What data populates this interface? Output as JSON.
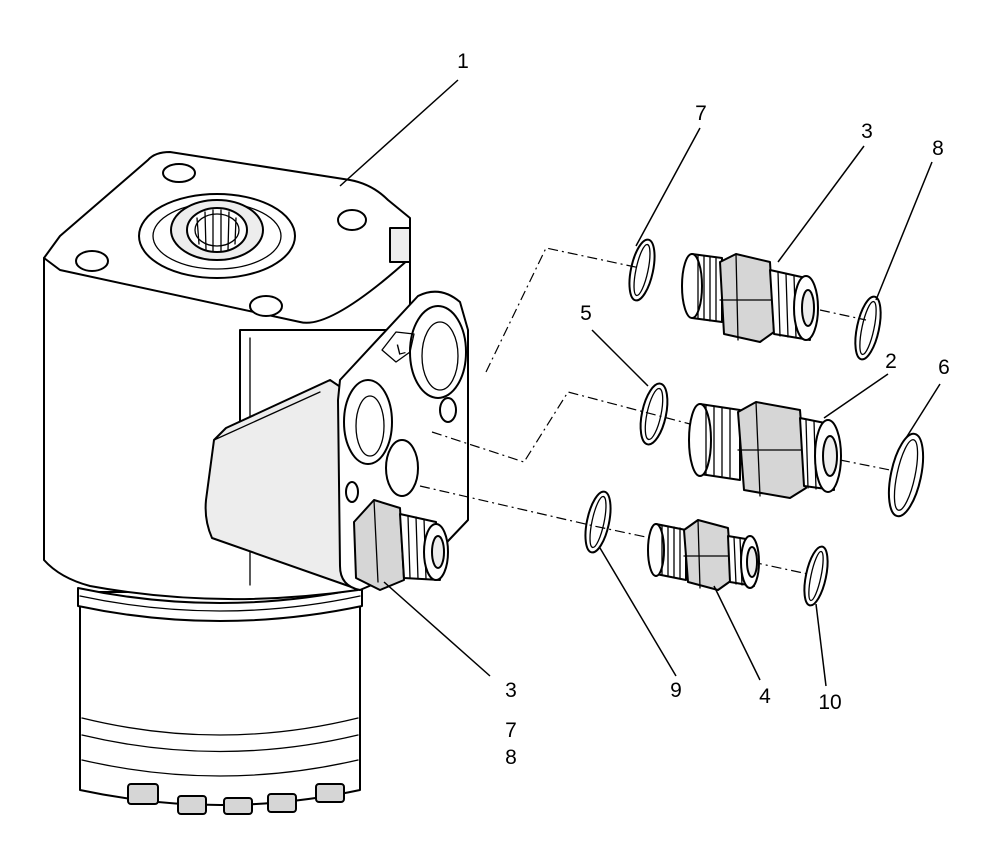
{
  "callouts": {
    "c1": "1",
    "c2": "2",
    "c3_top": "3",
    "c3_bottom": "3",
    "c4": "4",
    "c5": "5",
    "c6": "6",
    "c7_top": "7",
    "c7_bottom": "7",
    "c8_top": "8",
    "c8_bottom": "8",
    "c9": "9",
    "c10": "10"
  },
  "port_label": "L"
}
